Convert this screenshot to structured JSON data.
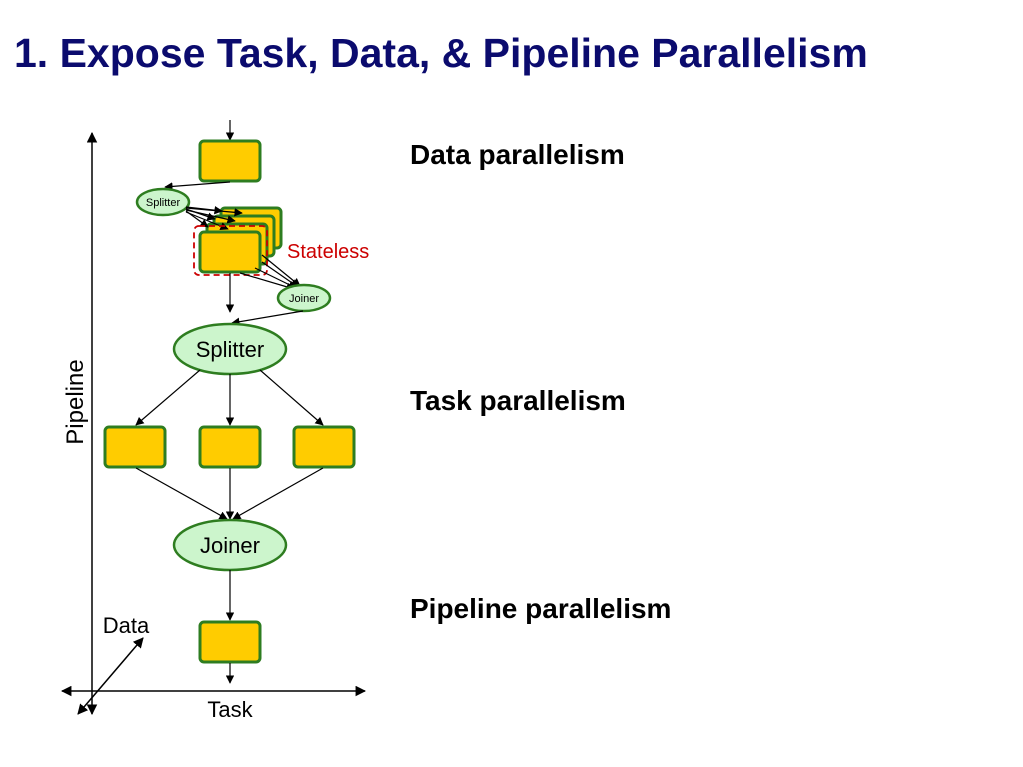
{
  "slide": {
    "title": "1. Expose Task, Data, & Pipeline Parallelism"
  },
  "diagram": {
    "small_splitter_label": "Splitter",
    "small_joiner_label": "Joiner",
    "stateless_label": "Stateless",
    "splitter_label": "Splitter",
    "joiner_label": "Joiner",
    "axis_pipeline_label": "Pipeline",
    "axis_task_label": "Task",
    "axis_data_label": "Data"
  },
  "descriptions": {
    "data_parallelism": "Data parallelism",
    "task_parallelism": "Task parallelism",
    "pipeline_parallelism": "Pipeline parallelism"
  },
  "colors": {
    "title": "#0b0b6e",
    "filter_fill": "#ffcc00",
    "filter_border": "#2e7d20",
    "splitjoin_fill": "#ccf5cc",
    "stateless": "#cc0000"
  }
}
